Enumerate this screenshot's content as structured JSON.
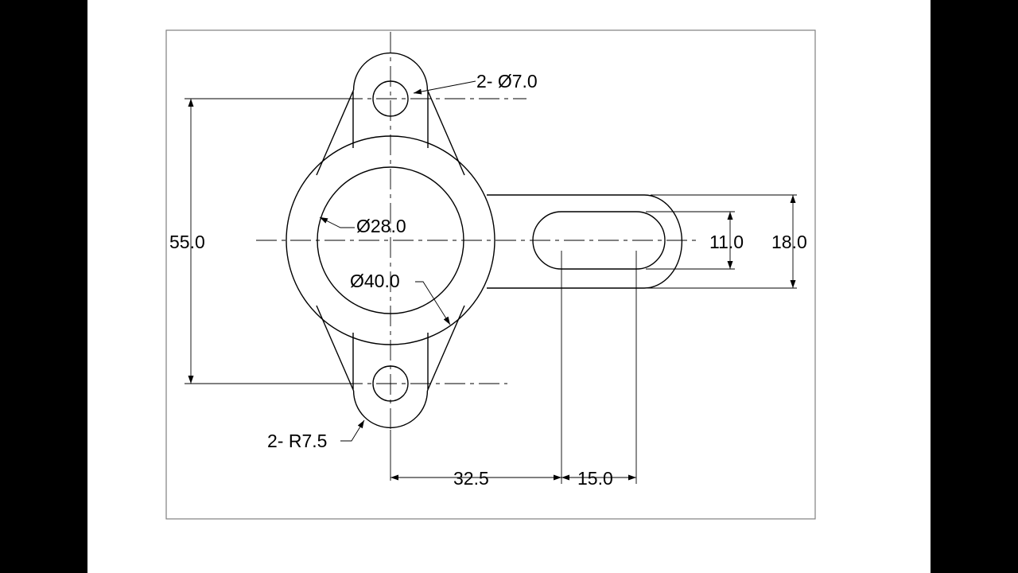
{
  "colors": {
    "background": "#000000",
    "paper": "#ffffff",
    "line": "#000000",
    "border": "#808080"
  },
  "dimensions": {
    "hole_dia": "2- Ø7.0",
    "bore_dia": "Ø28.0",
    "boss_dia": "Ø40.0",
    "hole_spacing": "55.0",
    "slot_width": "11.0",
    "arm_width": "18.0",
    "lug_radius": "2- R7.5",
    "slot_offset": "32.5",
    "slot_length": "15.0"
  }
}
